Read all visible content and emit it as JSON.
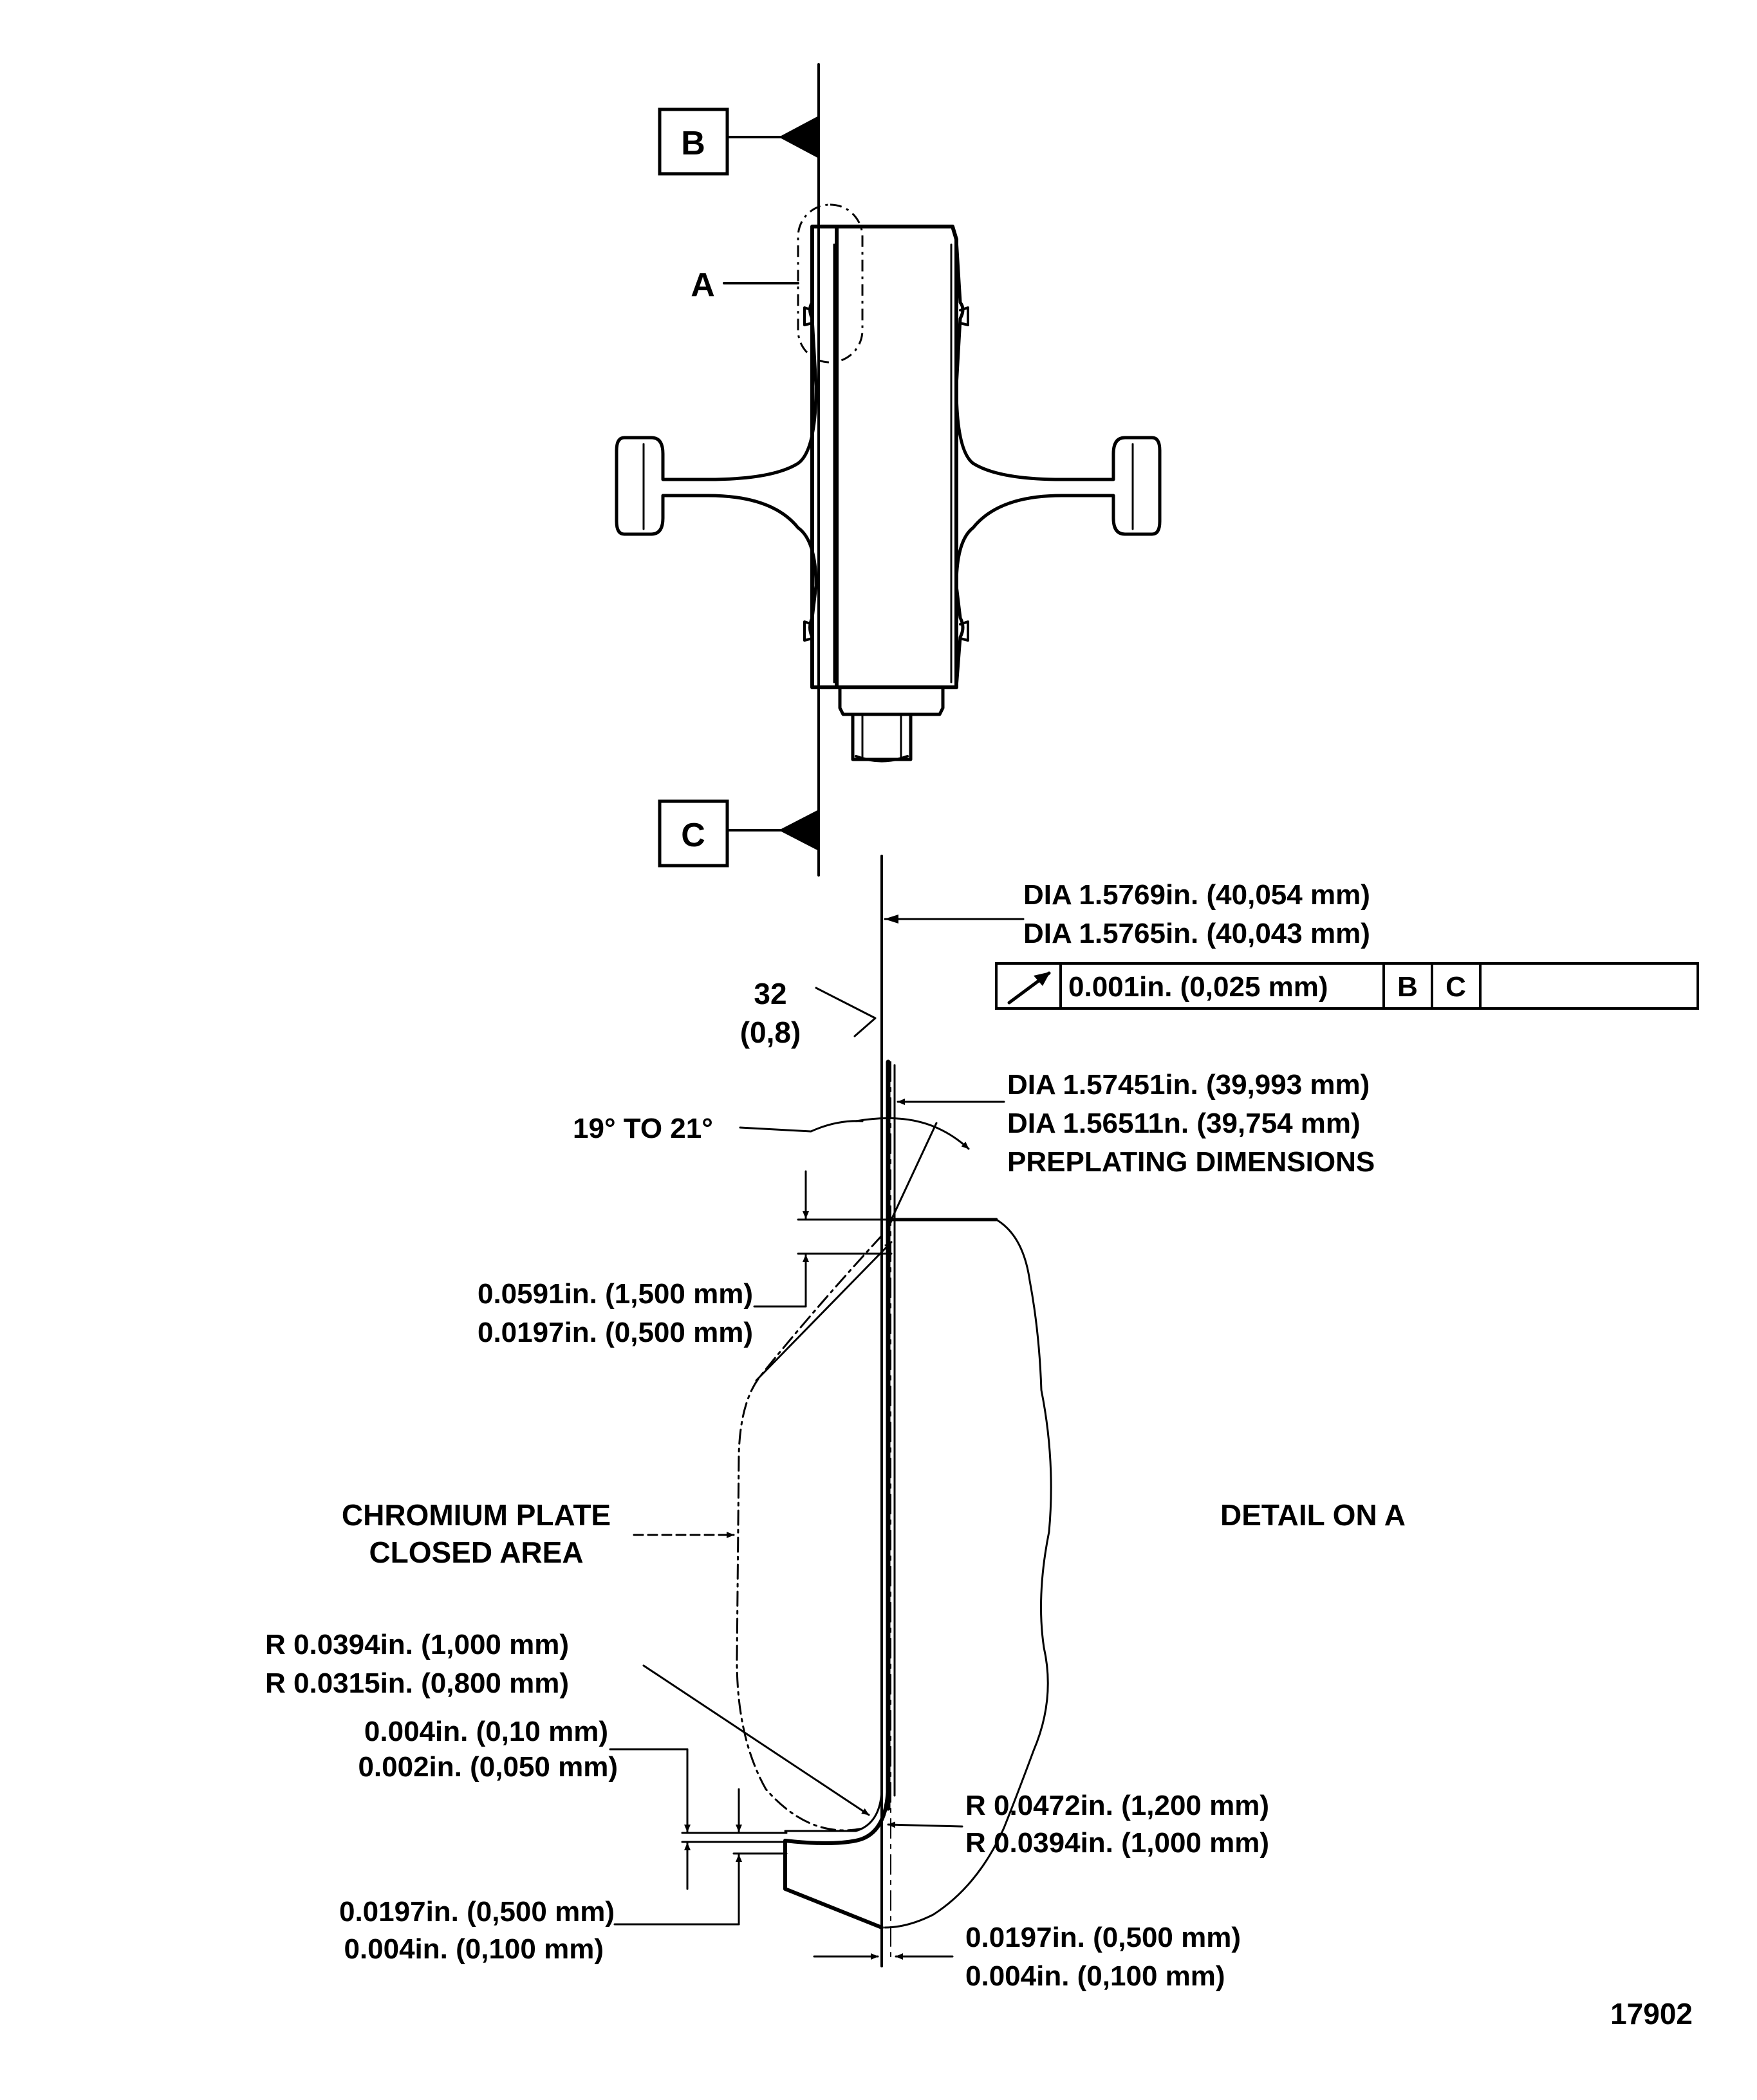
{
  "datums": {
    "b": "B",
    "c": "C"
  },
  "detail_callout": "A",
  "dimensions": {
    "dia_max": "DIA 1.5769in. (40,054 mm)",
    "dia_min": "DIA 1.5765in. (40,043 mm)",
    "runout_value": "0.001in. (0,025 mm)",
    "runout_datum_b": "B",
    "runout_datum_c": "C",
    "roughness": "32",
    "roughness_metric": "(0,8)",
    "preplating_dia_max": "DIA 1.57451in. (39,993 mm)",
    "preplating_dia_min": "DIA 1.56511n. (39,754 mm)",
    "preplating_label": "PREPLATING DIMENSIONS",
    "angle": "19° TO 21°",
    "chamfer_max": "0.0591in. (1,500 mm)",
    "chamfer_min": "0.0197in. (0,500 mm)",
    "chrome_label_1": "CHROMIUM PLATE",
    "chrome_label_2": "CLOSED AREA",
    "detail_title": "DETAIL ON A",
    "radius_inner_max": "R 0.0394in. (1,000 mm)",
    "radius_inner_min": "R 0.0315in. (0,800 mm)",
    "step_max": "0.004in. (0,10 mm)",
    "step_min": "0.002in. (0,050 mm)",
    "radius_outer_max": "R 0.0472in. (1,200 mm)",
    "radius_outer_min": "R 0.0394in. (1,000 mm)",
    "shoulder_max": "0.0197in. (0,500 mm)",
    "shoulder_min": "0.004in. (0,100 mm)",
    "plating_thick_max": "0.0197in. (0,500 mm)",
    "plating_thick_min": "0.004in. (0,100 mm)"
  },
  "figure_number": "17902"
}
